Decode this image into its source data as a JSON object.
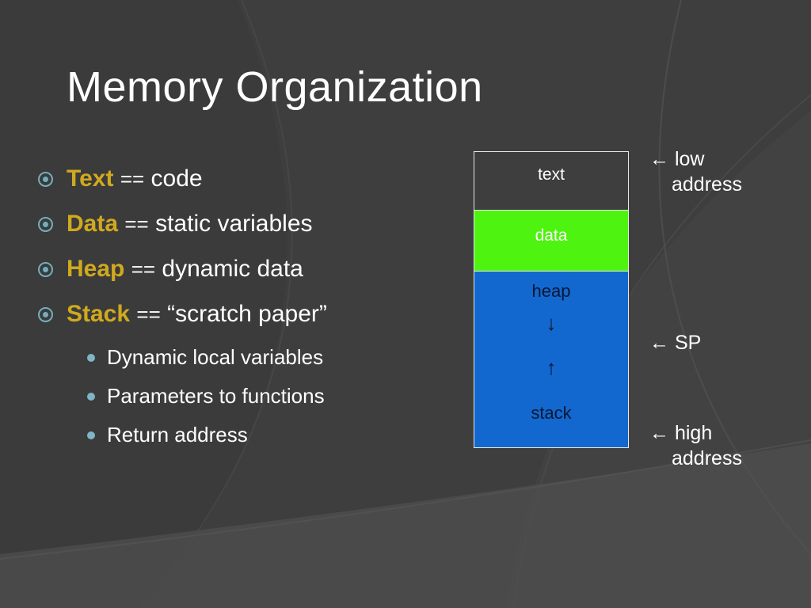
{
  "slide": {
    "title": "Memory Organization",
    "background_color": "#3b3b3b",
    "title_color": "#ffffff"
  },
  "bullets": {
    "level1": [
      {
        "keyword": "Text",
        "operator": "==",
        "rest": "code",
        "bullet_icon": "ring-bullet-icon"
      },
      {
        "keyword": "Data",
        "operator": "==",
        "rest": "static variables",
        "bullet_icon": "ring-bullet-icon"
      },
      {
        "keyword": "Heap",
        "operator": "==",
        "rest": "dynamic data",
        "bullet_icon": "ring-bullet-icon"
      },
      {
        "keyword": "Stack",
        "operator": "==",
        "rest": "“scratch paper”",
        "bullet_icon": "ring-bullet-icon"
      }
    ],
    "level2": [
      {
        "text": "Dynamic local variables",
        "bullet_icon": "dot-bullet-icon"
      },
      {
        "text": "Parameters to functions",
        "bullet_icon": "dot-bullet-icon"
      },
      {
        "text": "Return address",
        "bullet_icon": "dot-bullet-icon"
      }
    ],
    "keyword_color": "#d0aa1e",
    "text_color": "#ffffff",
    "bullet_color": "#74aebd"
  },
  "diagram": {
    "segments": [
      {
        "name": "text",
        "label": "text",
        "fill": "transparent",
        "label_color": "#ffffff"
      },
      {
        "name": "data",
        "label": "data",
        "fill": "#4ef40f",
        "label_color": "#ffffff"
      },
      {
        "name": "heap_stack",
        "label_top": "heap",
        "label_bottom": "stack",
        "fill": "#1268ce",
        "label_color": "#0b1733",
        "arrow_down": "↓",
        "arrow_up": "↑"
      }
    ],
    "border_color": "#e8e8e8"
  },
  "annotations": [
    {
      "name": "low-address",
      "arrow": "←",
      "line1": "low",
      "line2": "address"
    },
    {
      "name": "stack-pointer",
      "arrow": "←",
      "line1": "SP",
      "line2": ""
    },
    {
      "name": "high-address",
      "arrow": "←",
      "line1": "high",
      "line2": "address"
    }
  ]
}
